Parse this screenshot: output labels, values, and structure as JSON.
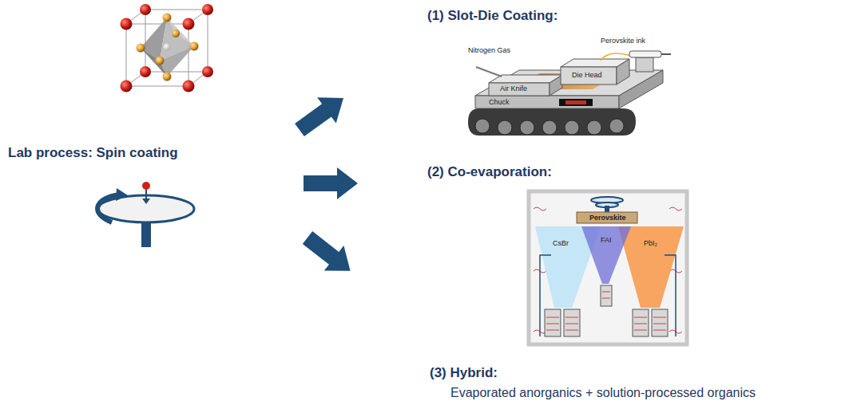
{
  "diagram": {
    "labels": [
      "Lab process: Spin coating",
      "(1) Slot-Die Coating:",
      "Nitrogen Gas",
      "Perovskite ink",
      "Air Knife",
      "Die Head",
      "Chuck",
      "(2) Co-evaporation:",
      "Perovskite",
      "CsBr",
      "FAI",
      "PbI₂",
      "(3) Hybrid:",
      "Evaporated anorganics + solution-processed organics"
    ]
  }
}
